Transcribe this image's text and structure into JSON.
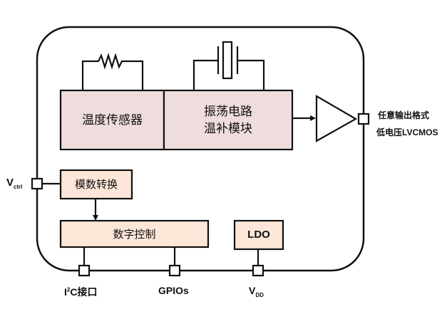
{
  "diagram": {
    "blocks": {
      "temp_sensor": "温度传感器",
      "oscillator_line1": "振荡电路",
      "oscillator_line2": "温补模块",
      "adc": "模数转换",
      "digital_control": "数字控制",
      "ldo": "LDO"
    },
    "pins": {
      "vctrl_main": "V",
      "vctrl_sub": "ctrl",
      "i2c_main": "I",
      "i2c_sup": "2",
      "i2c_rest": "C接口",
      "gpio": "GPIOs",
      "vdd_main": "V",
      "vdd_sub": "DD"
    },
    "output_label": {
      "line1": "任意输出格式",
      "line2": "低电压LVCMOS"
    },
    "components": [
      "resistor-icon",
      "crystal-icon",
      "buffer-amplifier-icon"
    ],
    "colors": {
      "sensor_fill": "#efdcdc",
      "digital_fill": "#fbe6d8",
      "stroke": "#111111"
    }
  }
}
